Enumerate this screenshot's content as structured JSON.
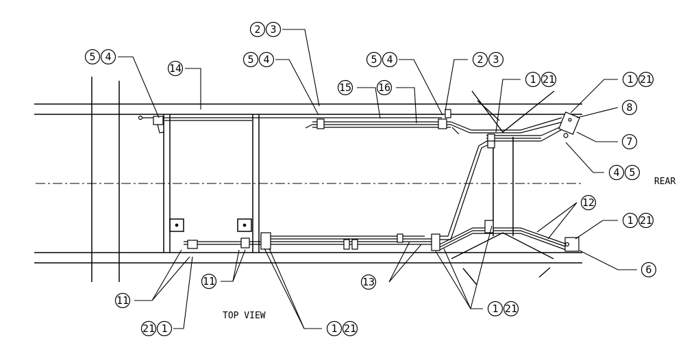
{
  "diagram": {
    "view_label": "TOP VIEW",
    "side_label": "REAR",
    "callouts": [
      {
        "id": "c-54-left",
        "labels": [
          "5",
          "4"
        ]
      },
      {
        "id": "c-14",
        "labels": [
          "14"
        ]
      },
      {
        "id": "c-23-top",
        "labels": [
          "2",
          "3"
        ]
      },
      {
        "id": "c-54-mid",
        "labels": [
          "5",
          "4"
        ]
      },
      {
        "id": "c-15",
        "labels": [
          "15"
        ]
      },
      {
        "id": "c-16",
        "labels": [
          "16"
        ]
      },
      {
        "id": "c-54-right",
        "labels": [
          "5",
          "4"
        ]
      },
      {
        "id": "c-23-right",
        "labels": [
          "2",
          "3"
        ]
      },
      {
        "id": "c-121-upper-mid",
        "labels": [
          "1",
          "21"
        ]
      },
      {
        "id": "c-121-upper-right",
        "labels": [
          "1",
          "21"
        ]
      },
      {
        "id": "c-8",
        "labels": [
          "8"
        ]
      },
      {
        "id": "c-7",
        "labels": [
          "7"
        ]
      },
      {
        "id": "c-45",
        "labels": [
          "4",
          "5"
        ]
      },
      {
        "id": "c-12",
        "labels": [
          "12"
        ]
      },
      {
        "id": "c-121-lower-right",
        "labels": [
          "1",
          "21"
        ]
      },
      {
        "id": "c-6",
        "labels": [
          "6"
        ]
      },
      {
        "id": "c-11-left",
        "labels": [
          "11"
        ]
      },
      {
        "id": "c-11-mid",
        "labels": [
          "11"
        ]
      },
      {
        "id": "c-13",
        "labels": [
          "13"
        ]
      },
      {
        "id": "c-211",
        "labels": [
          "21",
          "1"
        ]
      },
      {
        "id": "c-121-bottom-mid",
        "labels": [
          "1",
          "21"
        ]
      },
      {
        "id": "c-121-bottom-right",
        "labels": [
          "1",
          "21"
        ]
      }
    ]
  }
}
